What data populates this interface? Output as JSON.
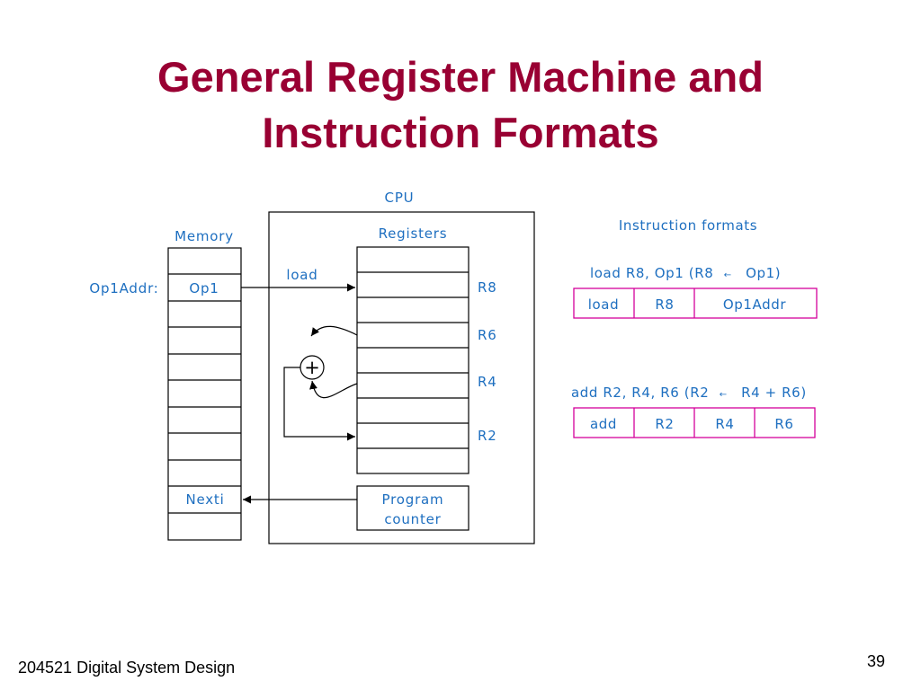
{
  "slide": {
    "title_line1": "General Register Machine and",
    "title_line2": "Instruction Formats",
    "footer": "204521 Digital System Design",
    "page_number": "39"
  },
  "diagram": {
    "cpu_label": "CPU",
    "memory_label": "Memory",
    "registers_label": "Registers",
    "op1addr_label": "Op1Addr:",
    "op1_cell": "Op1",
    "nexti_cell": "Nexti",
    "load_arrow_label": "load",
    "adder_symbol": "+",
    "register_labels": [
      "R8",
      "R6",
      "R4",
      "R2"
    ],
    "program_counter_line1": "Program",
    "program_counter_line2": "counter"
  },
  "formats": {
    "heading": "Instruction formats",
    "load": {
      "caption_part1": "load R8, Op1 (R8",
      "arrow_glyph": "←",
      "caption_part2": "Op1)",
      "fields": [
        "load",
        "R8",
        "Op1Addr"
      ]
    },
    "add": {
      "caption_part1": "add R2, R4, R6 (R2",
      "arrow_glyph": "←",
      "caption_part2": "R4 + R6)",
      "fields": [
        "add",
        "R2",
        "R4",
        "R6"
      ]
    }
  },
  "colors": {
    "title": "#990033",
    "diagram_text": "#1e6fc0",
    "format_border": "#d4009b",
    "line": "#000000"
  }
}
